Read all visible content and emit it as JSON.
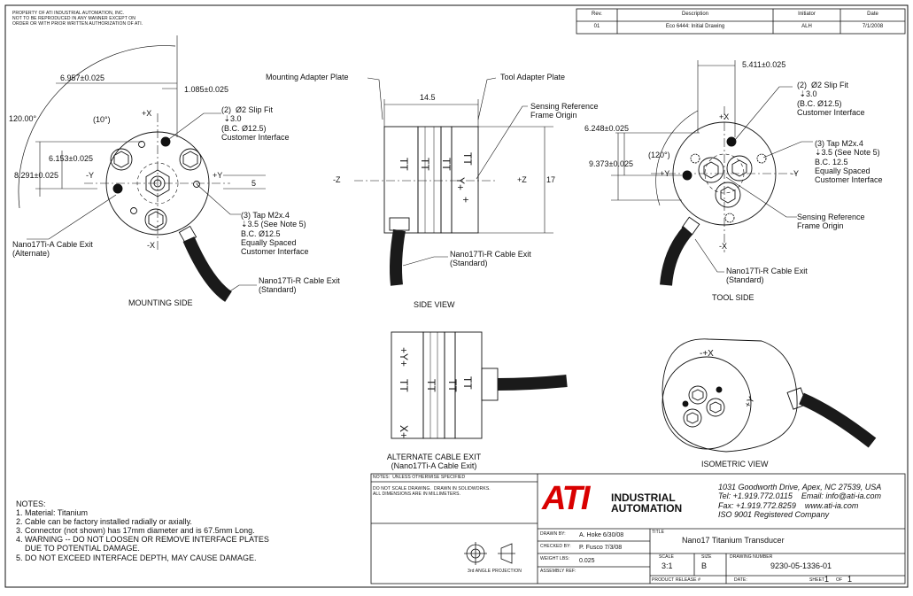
{
  "copyright": "PROPERTY OF ATI INDUSTRIAL AUTOMATION, INC.\nNOT TO BE REPRODUCED IN ANY MANNER EXCEPT ON\nORDER OR WITH PRIOR WRITTEN AUTHORIZATION OF ATI.",
  "revision_table": {
    "headers": [
      "Rev.",
      "Description",
      "Initiator",
      "Date"
    ],
    "row": [
      "01",
      "Eco 6444: Initial Drawing",
      "ALH",
      "7/1/2008"
    ]
  },
  "mounting_side": {
    "title": "MOUNTING SIDE",
    "dim_outer": "6.957±0.025",
    "dim_small": "1.085±0.025",
    "angle_big": "120.00°",
    "angle_small": "(10°)",
    "dim_y1": "6.153±0.025",
    "dim_y2": "8.291±0.025",
    "dim_5": "5",
    "slip_fit": "(2)  Ø2 Slip Fit\n ⇣3.0\n(B.C. Ø12.5)\nCustomer Interface",
    "tap": "(3) Tap M2x.4\n⇣3.5 (See Note 5)\nB.C. Ø12.5\nEqually Spaced\nCustomer Interface",
    "cable_alt": "Nano17Ti-A Cable Exit\n(Alternate)",
    "cable_std": "Nano17Ti-R Cable Exit\n(Standard)",
    "axis_px": "+X",
    "axis_nx": "-X",
    "axis_py": "+Y",
    "axis_ny": "-Y"
  },
  "side_view": {
    "title": "SIDE VIEW",
    "mounting_plate": "Mounting Adapter Plate",
    "tool_plate": "Tool Adapter Plate",
    "dim_width": "14.5",
    "dim_height": "17",
    "sensing": "Sensing Reference\nFrame Origin",
    "axis_nz": "-Z",
    "axis_pz": "+Z",
    "cable_std": "Nano17Ti-R Cable Exit\n(Standard)"
  },
  "tool_side": {
    "title": "TOOL SIDE",
    "dim_top": "5.411±0.025",
    "dim_a": "6.248±0.025",
    "dim_b": "9.373±0.025",
    "angle": "(120°)",
    "slip_fit": "(2)  Ø2 Slip Fit\n ⇣3.0\n(B.C. Ø12.5)\nCustomer Interface",
    "tap": "(3) Tap M2x.4\n⇣3.5 (See Note 5)\nB.C. 12.5\nEqually Spaced\nCustomer Interface",
    "sensing": "Sensing Reference\nFrame Origin",
    "cable_std": "Nano17Ti-R Cable Exit\n(Standard)",
    "axis_px": "+X",
    "axis_nx": "-X",
    "axis_py": "+Y",
    "axis_ny": "-Y"
  },
  "alternate_view": {
    "title": "ALTERNATE CABLE EXIT\n(Nano17Ti-A Cable Exit)"
  },
  "isometric_view": {
    "title": "ISOMETRIC VIEW"
  },
  "notes": {
    "heading": "NOTES:",
    "items": [
      "1. Material: Titanium",
      "2. Cable can be factory installed radially or axially.",
      "3. Connector (not shown) has 17mm diameter and is 67.5mm Long.",
      "4. WARNING -- DO NOT LOOSEN OR REMOVE INTERFACE PLATES\n    DUE TO POTENTIAL DAMAGE.",
      "5. DO NOT EXCEED INTERFACE DEPTH, MAY CAUSE DAMAGE."
    ]
  },
  "title_block": {
    "unless_specified": "NOTES:  UNLESS OTHERWISE SPECIFIED",
    "no_scale": "DO NOT SCALE DRAWING.  DRAWN IN SOLIDWORKS.\nALL DIMENSIONS ARE IN MILLIMETERS.",
    "projection": "3rd ANGLE PROJECTION",
    "logo_main": "ATI",
    "logo_sub": "INDUSTRIAL\nAUTOMATION",
    "address": "1031 Goodworth Drive, Apex, NC 27539, USA\nTel: +1.919.772.0115    Email: info@ati-ia.com\nFax: +1.919.772.8259    www.ati-ia.com\nISO 9001 Registered Company",
    "drawn_by_label": "DRAWN BY:",
    "drawn_by": "A. Hoke 6/30/08",
    "checked_by_label": "CHECKED BY:",
    "checked_by": "P. Fusco 7/3/08",
    "weight_label": "WEIGHT LBS:",
    "weight": "0.025",
    "assembly_label": "ASSEMBLY REF:",
    "title_label": "TITLE",
    "title": "Nano17 Titanium Transducer",
    "scale_label": "SCALE",
    "scale": "3:1",
    "size_label": "SIZE",
    "size": "B",
    "dwg_label": "DRAWING NUMBER",
    "dwg": "9230-05-1336-01",
    "release_label": "PRODUCT RELEASE #",
    "date_label": "DATE:",
    "sheet_label": "SHEET",
    "sheet": "1",
    "of_label": "OF",
    "of": "1"
  },
  "colors": {
    "ink": "#111111",
    "logo_red": "#d90000",
    "cable": "#1a1a1a"
  }
}
